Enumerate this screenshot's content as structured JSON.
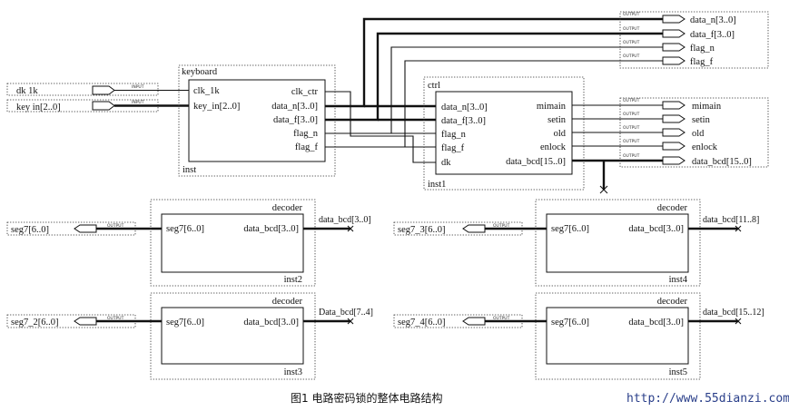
{
  "pin_tags": {
    "input": "INPUT",
    "output": "OUTPUT"
  },
  "inputs": [
    {
      "label": "dk  1k"
    },
    {
      "label": "key  in[2..0]"
    }
  ],
  "keyboard": {
    "type_name": "keyboard",
    "instance": "inst",
    "inputs": [
      "clk_1k",
      "key_in[2..0]"
    ],
    "outputs": [
      "clk_ctr",
      "data_n[3..0]",
      "data_f[3..0]",
      "flag_n",
      "flag_f"
    ]
  },
  "ctrl": {
    "type_name": "ctrl",
    "instance": "inst1",
    "inputs": [
      "data_n[3..0]",
      "data_f[3..0]",
      "flag_n",
      "flag_f",
      "dk"
    ],
    "outputs": [
      "mimain",
      "setin",
      "old",
      "enlock",
      "data_bcd[15..0]"
    ]
  },
  "top_outputs": [
    {
      "label": "data_n[3..0]"
    },
    {
      "label": "data_f[3..0]"
    },
    {
      "label": "flag_n"
    },
    {
      "label": "flag_f"
    }
  ],
  "ctrl_outputs": [
    {
      "label": "mimain"
    },
    {
      "label": "setin"
    },
    {
      "label": "old"
    },
    {
      "label": "enlock"
    },
    {
      "label": "data_bcd[15..0]"
    }
  ],
  "decoders": [
    {
      "type_name": "decoder",
      "instance": "inst2",
      "in_pin": "seg7[6..0]",
      "out_pin": "data_bcd[3..0]",
      "seg_label": "seg7[6..0]",
      "net": "data_bcd[3..0]"
    },
    {
      "type_name": "decoder",
      "instance": "inst4",
      "in_pin": "seg7[6..0]",
      "out_pin": "data_bcd[3..0]",
      "seg_label": "seg7_3[6..0]",
      "net": "data_bcd[11..8]"
    },
    {
      "type_name": "decoder",
      "instance": "inst3",
      "in_pin": "seg7[6..0]",
      "out_pin": "data_bcd[3..0]",
      "seg_label": "seg7_2[6..0]",
      "net": "Data_bcd[7..4]"
    },
    {
      "type_name": "decoder",
      "instance": "inst5",
      "in_pin": "seg7[6..0]",
      "out_pin": "data_bcd[3..0]",
      "seg_label": "seg7_4[6..0]",
      "net": "data_bcd[15..12]"
    }
  ],
  "caption": "图1    电路密码锁的整体电路结构",
  "watermark": "http://www.55dianzi.com"
}
